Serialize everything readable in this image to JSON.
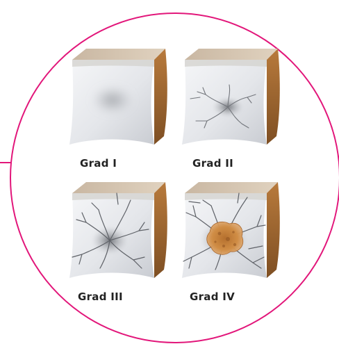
{
  "grades": [
    {
      "label": "Grad I",
      "level": 1
    },
    {
      "label": "Grad II",
      "level": 2
    },
    {
      "label": "Grad III",
      "level": 3
    },
    {
      "label": "Grad IV",
      "level": 4
    }
  ],
  "colors": {
    "circle_border": "#e2167a",
    "cartilage_surface": "#e4e6e9",
    "bone_layer": "#a06a32",
    "damage_core": "#c9803a",
    "crack": "#6f7278"
  }
}
